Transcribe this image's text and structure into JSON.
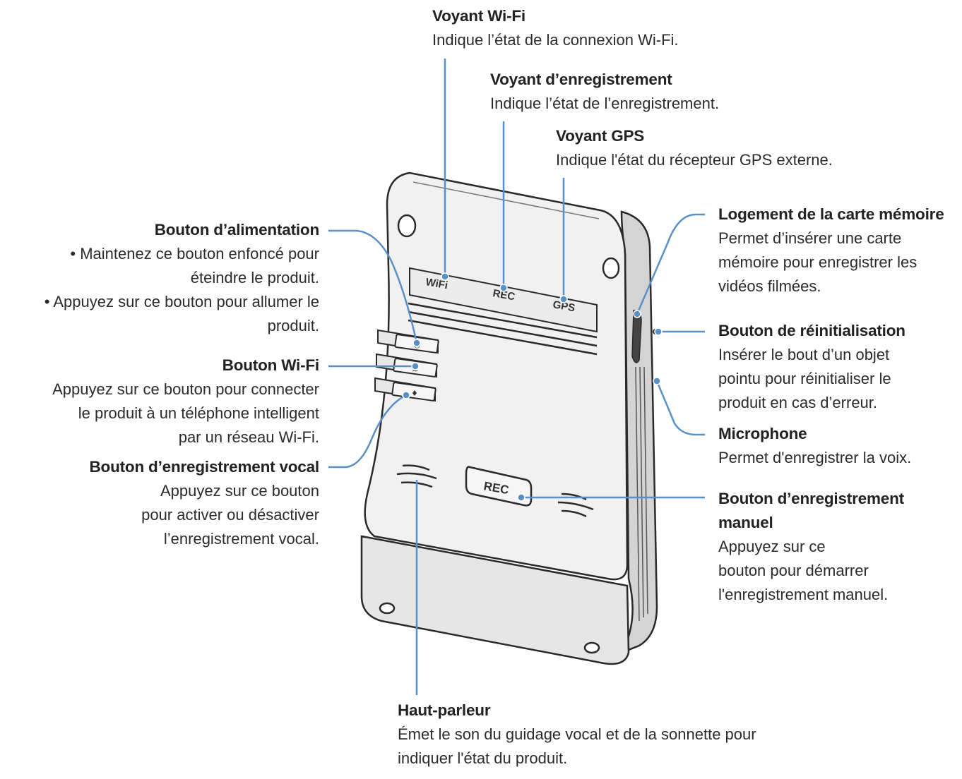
{
  "callouts": {
    "wifi_led": {
      "title": "Voyant Wi-Fi",
      "desc": "Indique l’état de la connexion Wi-Fi."
    },
    "rec_led": {
      "title": "Voyant d’enregistrement",
      "desc": "Indique l’état de l’enregistrement."
    },
    "gps_led": {
      "title": "Voyant GPS",
      "desc": "Indique l'état du récepteur GPS externe."
    },
    "power_button": {
      "title": "Bouton d’alimentation",
      "bullets": [
        "• Maintenez ce bouton enfoncé pour",
        "éteindre le produit.",
        "• Appuyez sur ce bouton pour allumer le",
        "produit."
      ]
    },
    "wifi_button": {
      "title": "Bouton Wi-Fi",
      "lines": [
        "Appuyez sur ce bouton pour connecter",
        "le produit à un téléphone intelligent",
        "par un réseau Wi-Fi."
      ]
    },
    "voice_button": {
      "title": "Bouton d’enregistrement vocal",
      "lines": [
        "Appuyez sur ce bouton",
        "pour activer ou désactiver",
        "l’enregistrement vocal."
      ]
    },
    "memory_slot": {
      "title": "Logement de la carte mémoire",
      "lines": [
        "Permet d’insérer une carte",
        "mémoire pour enregistrer les",
        "vidéos filmées."
      ]
    },
    "reset_button": {
      "title": "Bouton de réinitialisation",
      "lines": [
        "Insérer le bout d’un objet",
        "pointu pour réinitialiser le",
        "produit en cas d’erreur."
      ]
    },
    "microphone": {
      "title": "Microphone",
      "lines": [
        "Permet d'enregistrer la voix."
      ]
    },
    "manual_rec_button": {
      "title_lines": [
        "Bouton d’enregistrement",
        "manuel"
      ],
      "lines": [
        "Appuyez sur ce",
        "bouton pour démarrer",
        "l'enregistrement manuel."
      ]
    },
    "speaker": {
      "title": "Haut-parleur",
      "lines": [
        "Émet le son du guidage vocal et de la sonnette pour",
        "indiquer l'état du produit."
      ]
    }
  },
  "device": {
    "led_labels": {
      "wifi": "WiFi",
      "rec": "REC",
      "gps": "GPS"
    },
    "rec_button_label": "REC"
  },
  "colors": {
    "leader": "#5a90c8",
    "outline": "#2a2a2a",
    "body": "#f0f0f0",
    "side": "#d6d6d6"
  }
}
